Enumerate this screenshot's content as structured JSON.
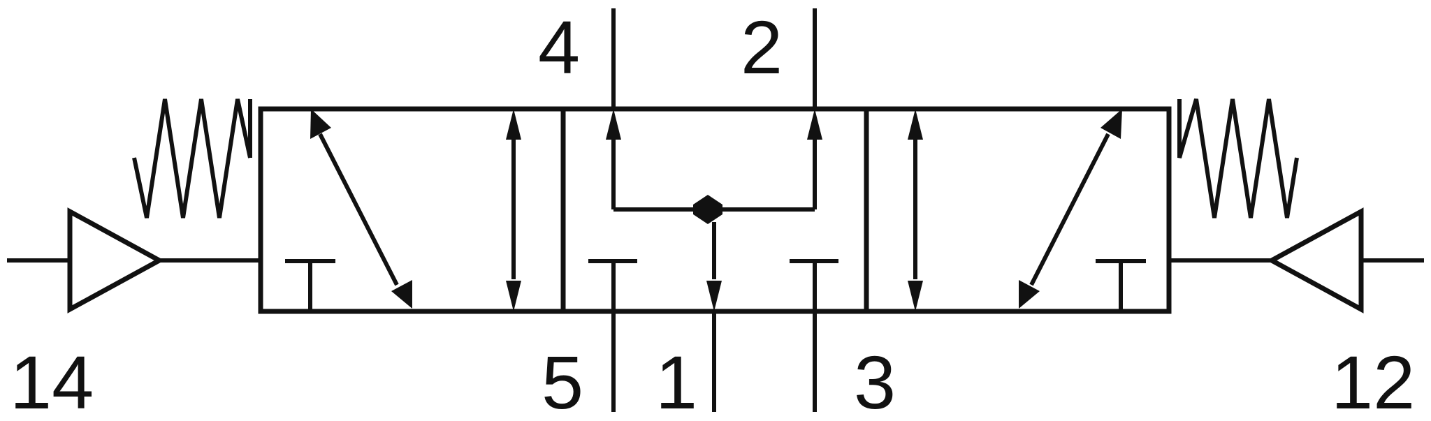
{
  "ports": {
    "port_4": "4",
    "port_2": "2",
    "port_5": "5",
    "port_1": "1",
    "port_3": "3",
    "pilot_14": "14",
    "pilot_12": "12"
  },
  "colors": {
    "line": "#111111",
    "background": "#ffffff"
  }
}
